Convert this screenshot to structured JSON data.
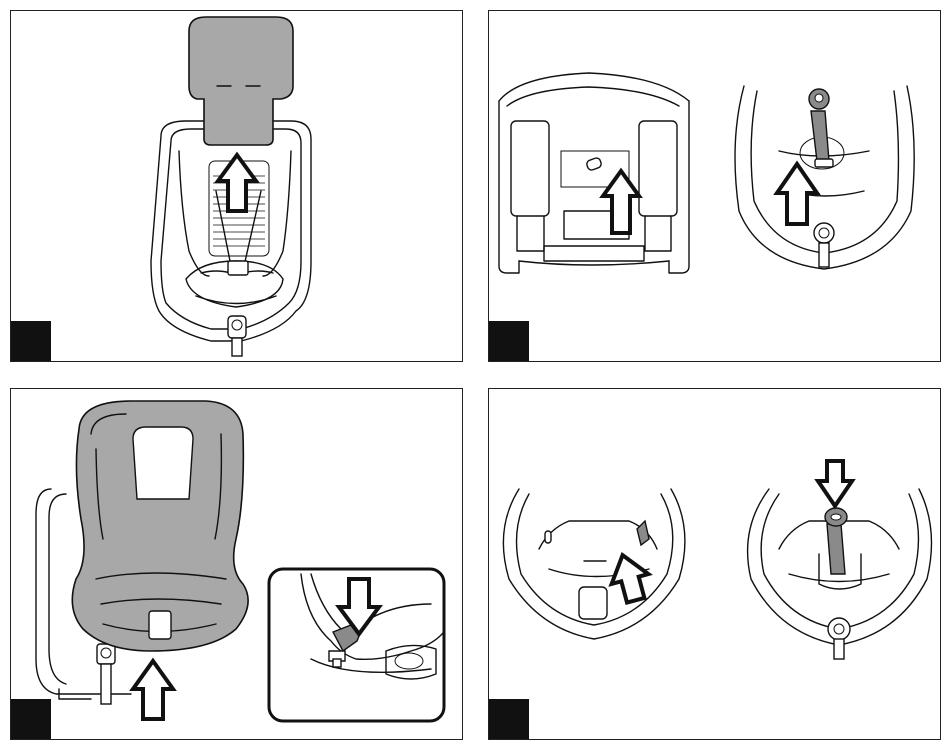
{
  "panels": [
    {
      "step_marker_color": "#111111",
      "arrow_direction": "up",
      "subject": "headrest-removal"
    },
    {
      "step_marker_color": "#111111",
      "arrow_direction": "up",
      "subject": "harness-adjuster-release"
    },
    {
      "step_marker_color": "#111111",
      "arrow_direction": "up",
      "subject": "seat-cover-removal"
    },
    {
      "step_marker_color": "#111111",
      "arrow_direction": "up-and-down",
      "subject": "harness-buckle-release"
    }
  ],
  "colors": {
    "cover_grey": "#a8a8a8",
    "outline": "#111111",
    "background": "#ffffff"
  }
}
